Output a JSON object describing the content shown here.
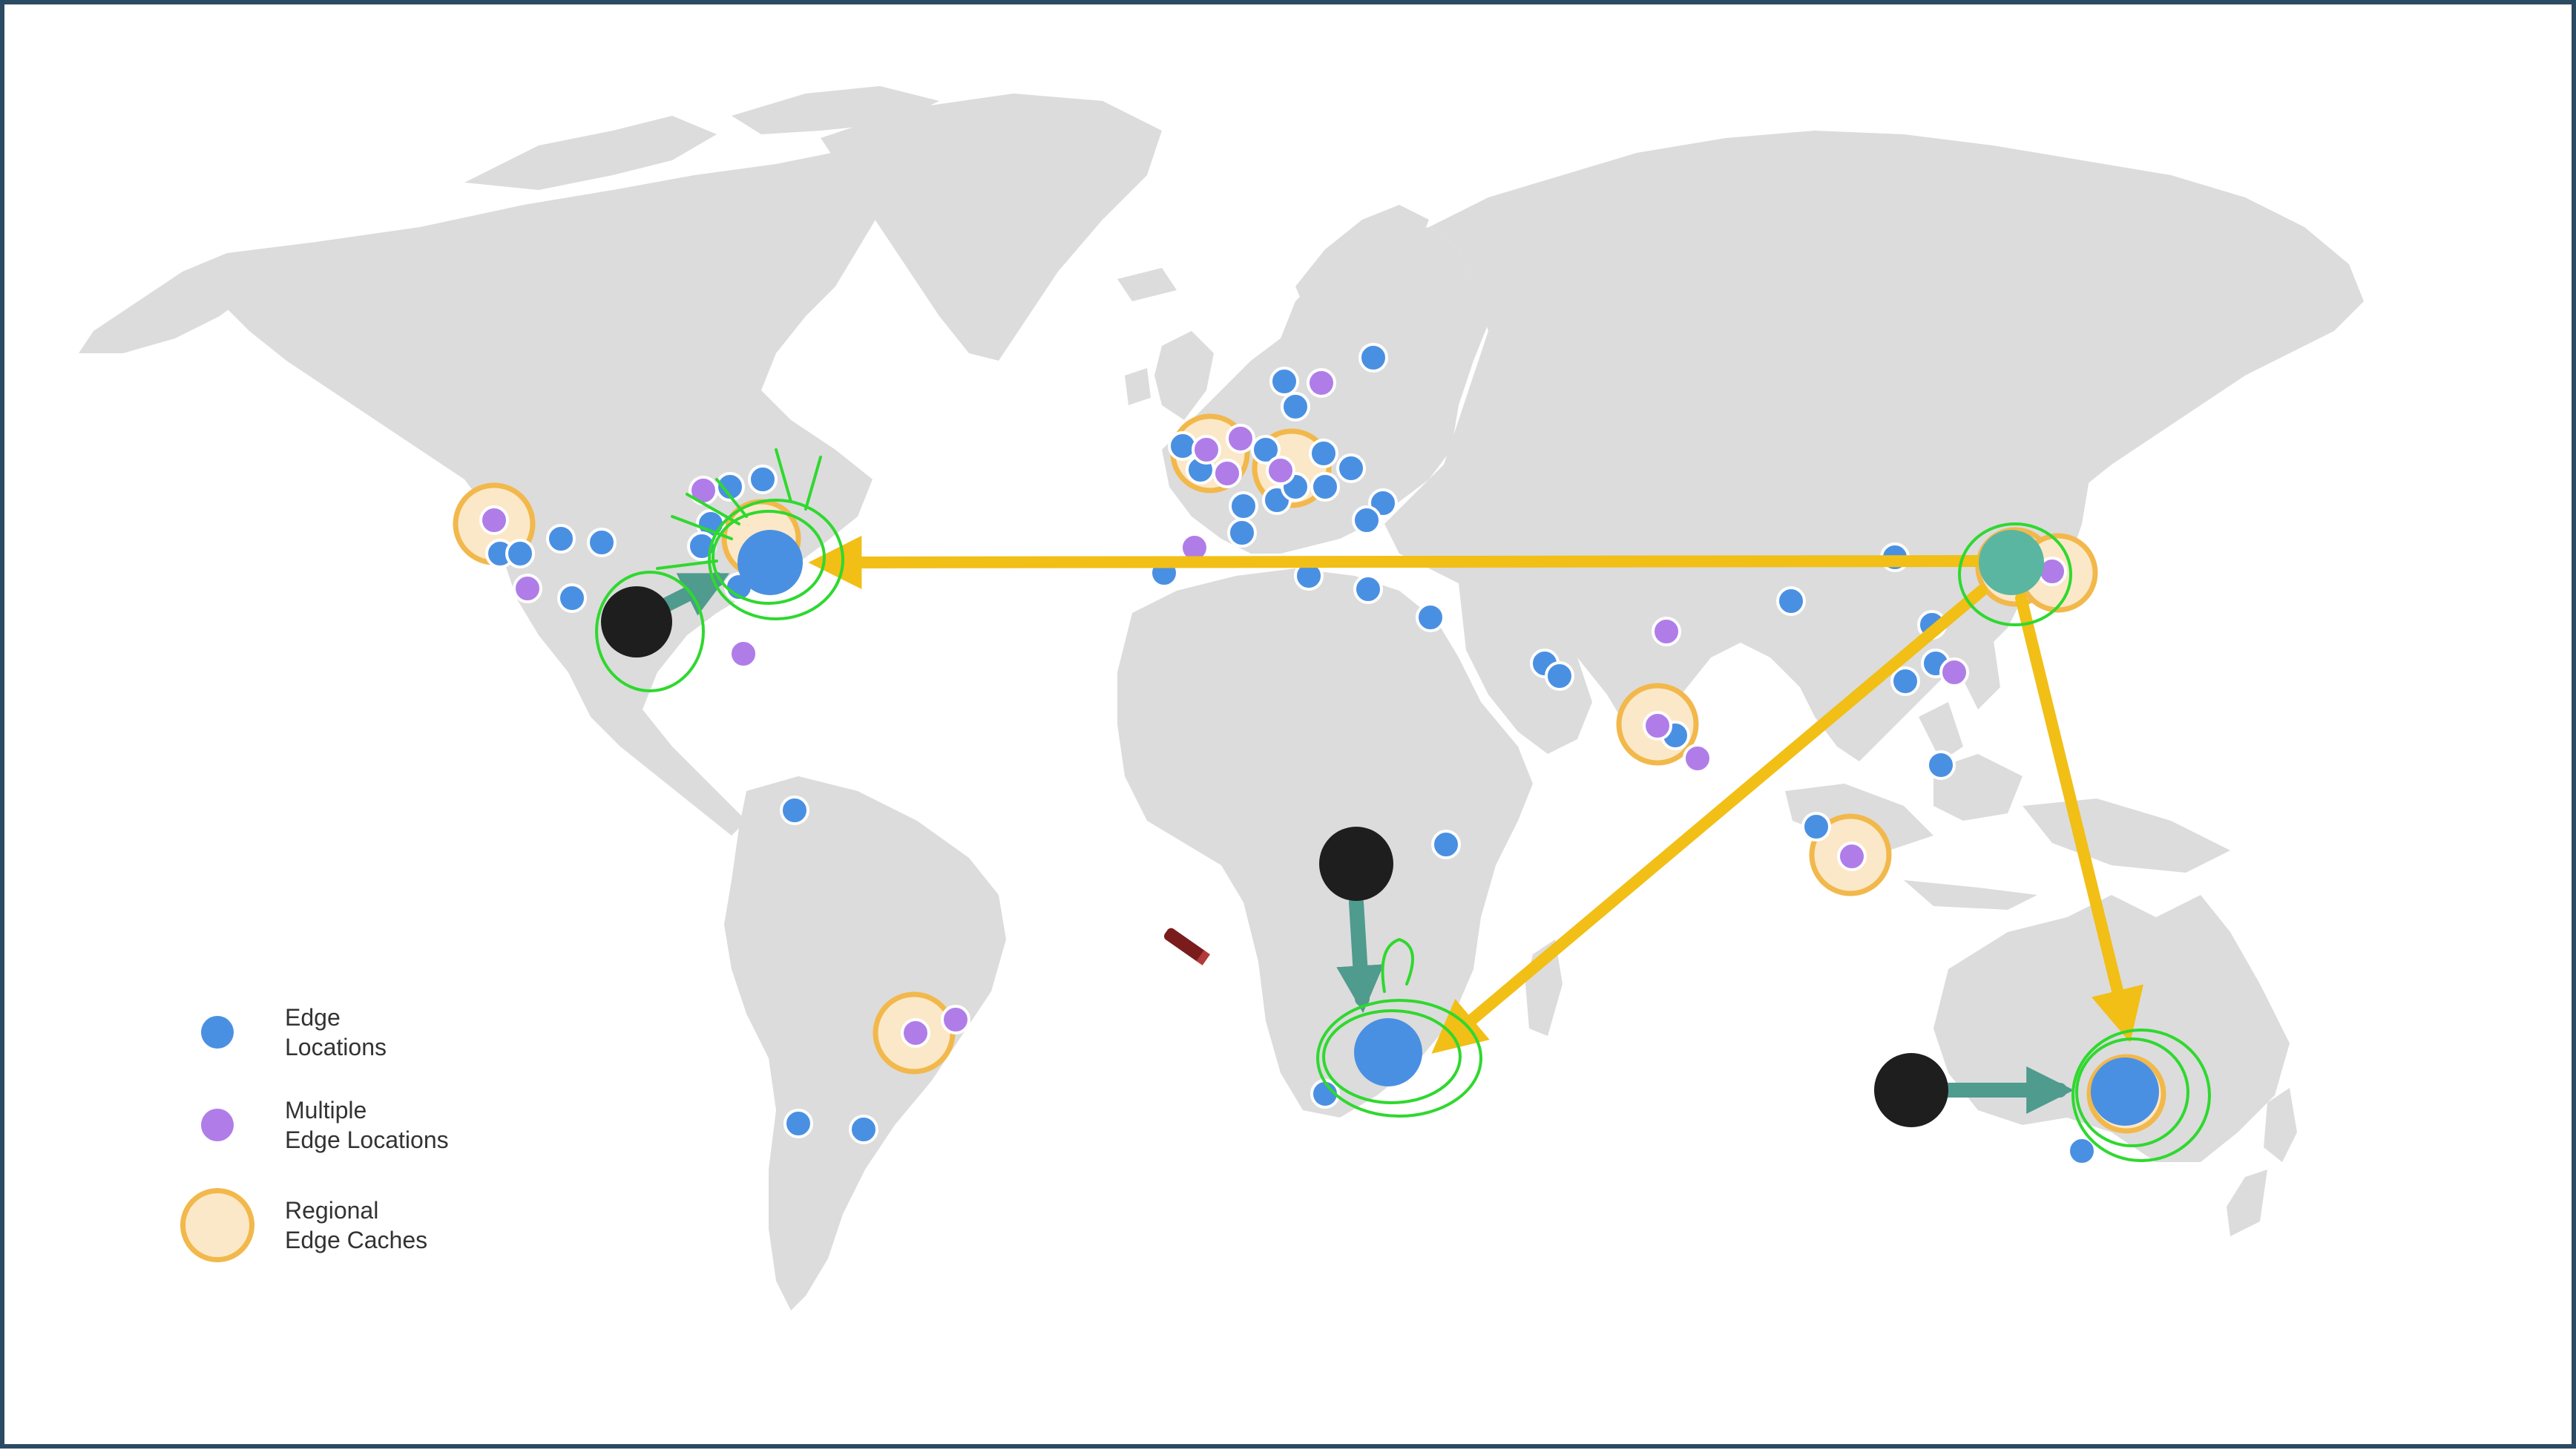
{
  "colors": {
    "land": "#dcdcdc",
    "edge_location": "#4a90e2",
    "multiple_edge": "#b07de8",
    "regional_cache_fill": "#fbe8c8",
    "regional_cache_ring": "#f2b84b",
    "route_arrow": "#f1bf16",
    "client_dot": "#1e1e1e",
    "client_arrow": "#4f9b8e",
    "annotation_ink": "#2fd82f",
    "frame": "#2d4a63"
  },
  "legend": {
    "edge": {
      "line1": "Edge",
      "line2": "Locations",
      "icon": "blue-dot-icon"
    },
    "multiple": {
      "line1": "Multiple",
      "line2": "Edge Locations",
      "icon": "purple-dot-icon"
    },
    "regional": {
      "line1": "Regional",
      "line2": "Edge Caches",
      "icon": "orange-ring-icon"
    }
  }
}
